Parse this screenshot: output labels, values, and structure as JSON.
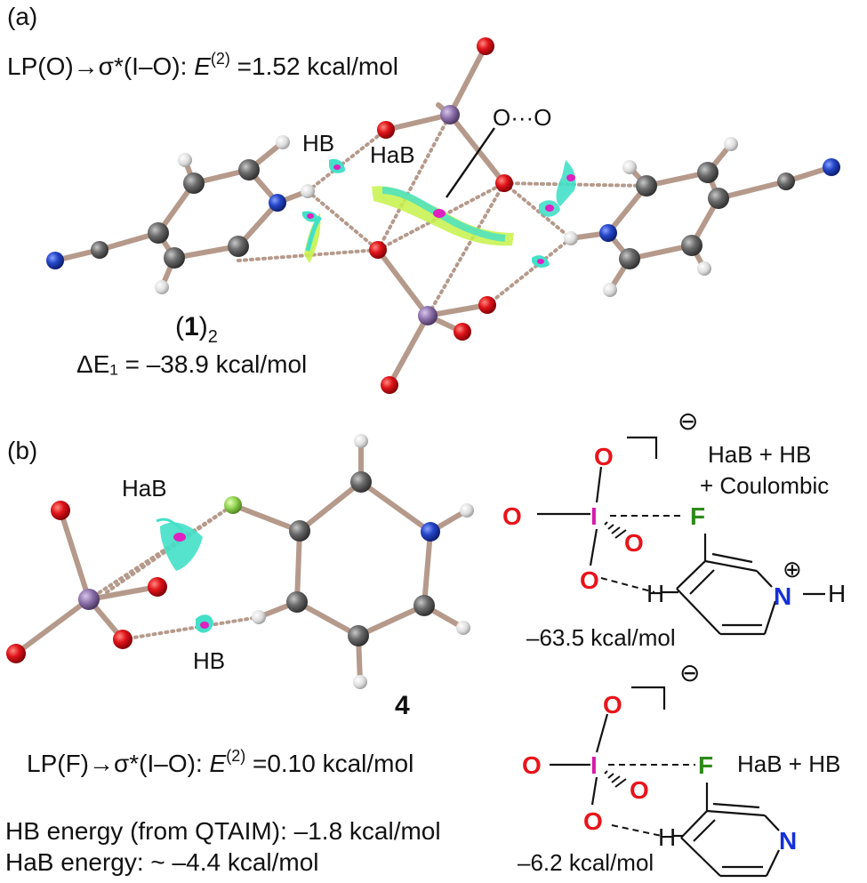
{
  "panel_a": {
    "label": "(a)",
    "nbo_prefix": "LP(O)→σ*(I–O): ",
    "nbo_E": "E",
    "nbo_sup": "(2)",
    "nbo_value": " =1.52 kcal/mol",
    "hb_label": "HB",
    "hab_label": "HaB",
    "oo_label": "O···O",
    "dimer_label": "(1)",
    "dimer_bold": "1",
    "dimer_sub": "2",
    "energy": "ΔE₁ = –38.9 kcal/mol"
  },
  "panel_b": {
    "label": "(b)",
    "hab_label": "HaB",
    "hb_label": "HB",
    "compound": "4",
    "nbo_prefix": "LP(F)→σ*(I–O): ",
    "nbo_E": "E",
    "nbo_sup": "(2)",
    "nbo_value": " =0.10 kcal/mol",
    "hb_energy": "HB energy (from QTAIM): –1.8 kcal/mol",
    "hab_energy": "HaB energy: ~ –4.4 kcal/mol"
  },
  "scheme_top": {
    "interaction_line1": "HaB + HB",
    "interaction_line2": "+ Coulombic",
    "energy": "–63.5 kcal/mol",
    "charge": "⊖",
    "cation_charge": "⊕"
  },
  "scheme_bottom": {
    "interaction": "HaB + HB",
    "energy": "–6.2 kcal/mol",
    "charge": "⊖"
  },
  "atoms": {
    "O": "O",
    "I": "I",
    "F": "F",
    "N": "N",
    "H": "H"
  },
  "colors": {
    "oxygen": "#e8141b",
    "iodine": "#d61aa8",
    "fluorine": "#2e8a1a",
    "nitrogen": "#1530d6",
    "carbon_ball": "#6e6e6e",
    "iodine_ball": "#8a6fa8",
    "hydrogen_ball": "#e8e8e8",
    "nitrogen_ball": "#2446c8",
    "fluorine_ball": "#8fd14f",
    "nci_surface": "#4fe0c8",
    "bond": "#b59a8c"
  }
}
